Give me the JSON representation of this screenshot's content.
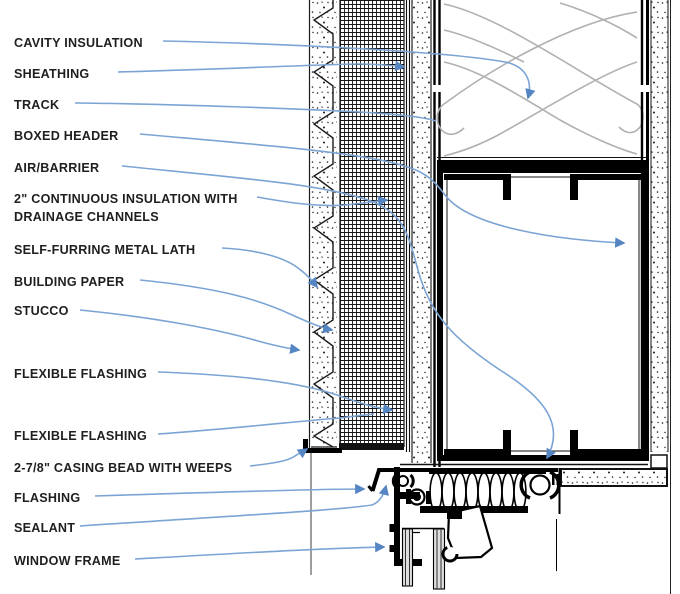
{
  "colors": {
    "ink": "#1b1b1b",
    "leader": "#7ba4d4",
    "arrow": "#5585c2",
    "batt": "#b0b0b0",
    "bg": "#ffffff",
    "text": "#1f1f1f"
  },
  "labels": [
    {
      "id": "cavity-insulation",
      "text": "CAVITY INSULATION"
    },
    {
      "id": "sheathing",
      "text": "SHEATHING"
    },
    {
      "id": "track",
      "text": "TRACK"
    },
    {
      "id": "boxed-header",
      "text": "BOXED HEADER"
    },
    {
      "id": "air-barrier",
      "text": "AIR/BARRIER"
    },
    {
      "id": "continuous-insulation",
      "text": "2\" CONTINUOUS INSULATION WITH DRAINAGE CHANNELS"
    },
    {
      "id": "self-furring-lath",
      "text": "SELF-FURRING METAL LATH"
    },
    {
      "id": "building-paper",
      "text": "BUILDING PAPER"
    },
    {
      "id": "stucco",
      "text": "STUCCO"
    },
    {
      "id": "flexible-flashing-1",
      "text": "FLEXIBLE FLASHING"
    },
    {
      "id": "flexible-flashing-2",
      "text": "FLEXIBLE FLASHING"
    },
    {
      "id": "casing-bead",
      "text": "2-7/8\" CASING BEAD WITH WEEPS"
    },
    {
      "id": "flashing",
      "text": "FLASHING"
    },
    {
      "id": "sealant",
      "text": "SEALANT"
    },
    {
      "id": "window-frame",
      "text": "WINDOW FRAME"
    }
  ]
}
